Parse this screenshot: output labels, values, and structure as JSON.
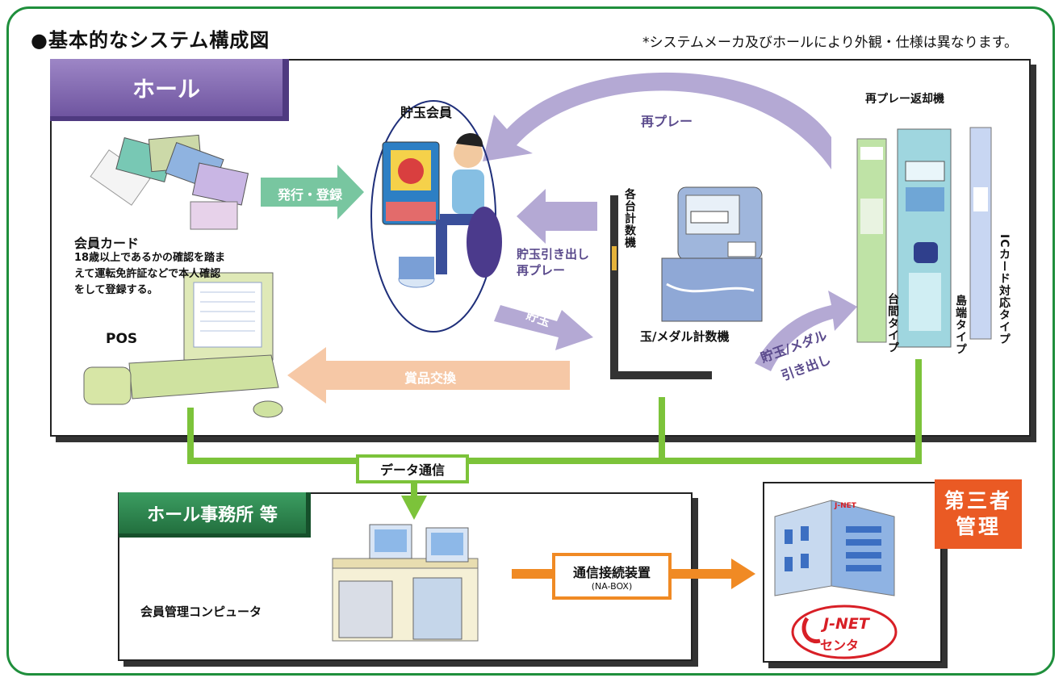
{
  "header": {
    "title": "●基本的なシステム構成図",
    "note": "*システムメーカ及びホールにより外観・仕様は異なります。"
  },
  "hall": {
    "banner": "ホール",
    "member_card_title": "会員カード",
    "member_card_desc": [
      "18歳以上であるかの確認を踏ま",
      "えて運転免許証などで本人確認",
      "をして登録する。"
    ],
    "member_label": "貯玉会員",
    "pos_label": "POS",
    "counter_label": "玉/メダル計数機",
    "individual_counter": "各台計数機",
    "return_machine": "再プレー返却機",
    "type_between": "台間タイプ",
    "type_island": "島端タイプ",
    "type_ic": "ICカード対応タイプ"
  },
  "flows": {
    "issue": "発行・登録",
    "replay": "再プレー",
    "withdraw_1": "貯玉引き出し",
    "withdraw_2": "再プレー",
    "deposit": "貯玉",
    "prize": "賞品交換",
    "dep_out_1": "貯玉/メダル",
    "dep_out_2": "引き出し"
  },
  "network": {
    "data_comm": "データ通信",
    "office_banner": "ホール事務所 等",
    "member_pc": "会員管理コンピュータ",
    "device": "通信接続装置",
    "device_sub": "(NA-BOX)",
    "third_1": "第三者",
    "third_2": "管理",
    "center_logo": "J-NET",
    "center_name": "センタ",
    "mini_logo": "J-NET"
  },
  "colors": {
    "frame": "#1f8f3c",
    "hall_banner": "#7a60ab",
    "office_banner": "#2f8a50",
    "green_line": "#7cc33a",
    "orange": "#f08a24",
    "third_party": "#ea5a24",
    "arrow_green": "#78c6a0",
    "arrow_purple": "#b4a9d4",
    "arrow_peach": "#f6c8a6"
  }
}
